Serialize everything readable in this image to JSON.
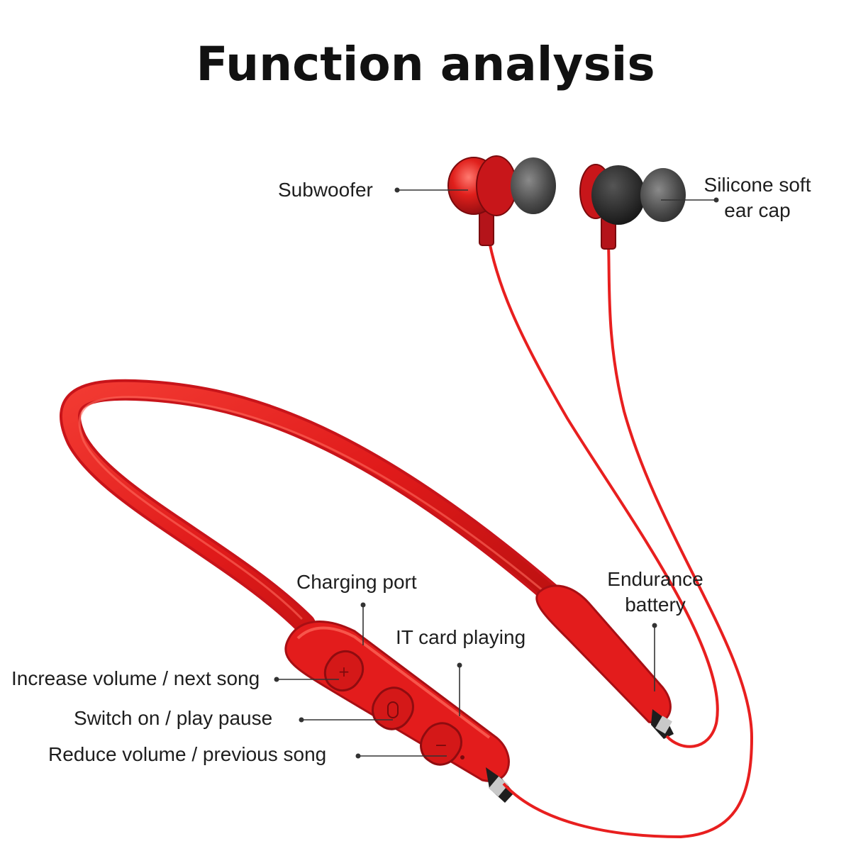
{
  "title": "Function analysis",
  "colors": {
    "product_red": "#e81f1f",
    "accent_red_dark": "#a80f14",
    "eartip_black": "#2a2a2a",
    "leader_line": "#333333"
  },
  "labels": {
    "subwoofer": "Subwoofer",
    "silicone_line1": "Silicone soft",
    "silicone_line2": "ear cap",
    "charging_port": "Charging port",
    "tf_card": "IT card playing",
    "endurance_line1": "Endurance",
    "endurance_line2": "battery",
    "increase_volume": "Increase volume / next song",
    "switch_on": "Switch on / play pause",
    "reduce_volume": "Reduce volume / previous song"
  }
}
